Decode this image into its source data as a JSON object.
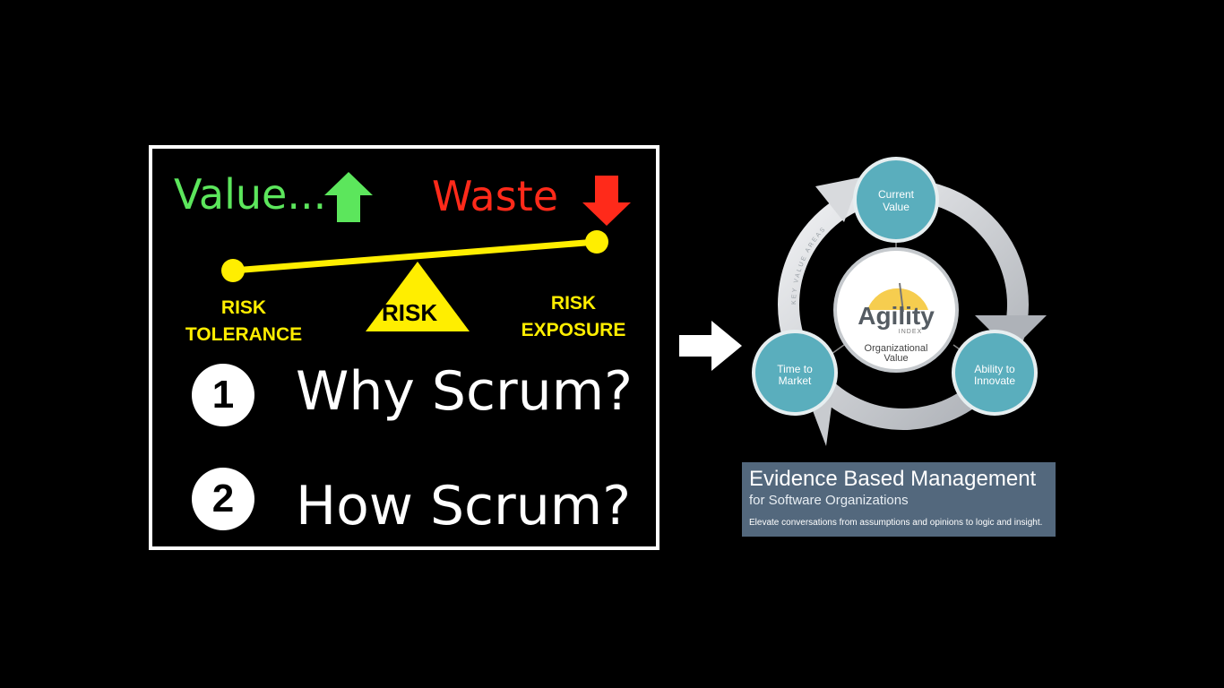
{
  "left_panel": {
    "value_label": "Value...",
    "waste_label": "Waste",
    "risk_tolerance_line1": "RISK",
    "risk_tolerance_line2": "TOLERANCE",
    "risk_center": "RISK",
    "risk_exposure_line1": "RISK",
    "risk_exposure_line2": "EXPOSURE",
    "item1_number": "1",
    "item1_text": "Why Scrum?",
    "item2_number": "2",
    "item2_text": "How Scrum?"
  },
  "cycle": {
    "top_node_line1": "Current",
    "top_node_line2": "Value",
    "left_node_line1": "Time to",
    "left_node_line2": "Market",
    "right_node_line1": "Ability to",
    "right_node_line2": "Innovate",
    "hub_brand": "Agility",
    "hub_brand_sub": "INDEX",
    "hub_line1": "Organizational",
    "hub_line2": "Value",
    "ring_text": "KEY VALUE AREAS"
  },
  "ebm": {
    "title": "Evidence Based Management",
    "subtitle": "for Software Organizations",
    "description": "Elevate conversations from assumptions and opinions to logic and insight."
  },
  "colors": {
    "value_green": "#5ce65c",
    "waste_red": "#ff2a1a",
    "risk_yellow": "#ffee00",
    "node_teal": "#5aaebd",
    "ebm_bg": "#53687d"
  }
}
